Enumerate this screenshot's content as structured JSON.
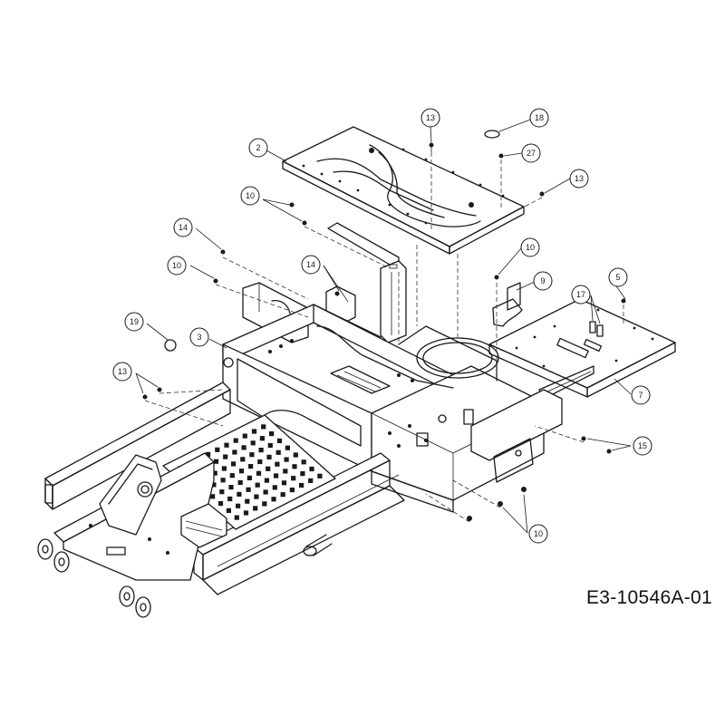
{
  "document": {
    "reference_code": "E3-10546A-01"
  },
  "callouts": [
    {
      "id": "c13a",
      "label": "13"
    },
    {
      "id": "c18",
      "label": "18"
    },
    {
      "id": "c2",
      "label": "2"
    },
    {
      "id": "c27",
      "label": "27"
    },
    {
      "id": "c13b",
      "label": "13"
    },
    {
      "id": "c10a",
      "label": "10"
    },
    {
      "id": "c14a",
      "label": "14"
    },
    {
      "id": "c10b",
      "label": "10"
    },
    {
      "id": "c10c",
      "label": "10"
    },
    {
      "id": "c14b",
      "label": "14"
    },
    {
      "id": "c9",
      "label": "9"
    },
    {
      "id": "c5",
      "label": "5"
    },
    {
      "id": "c17",
      "label": "17"
    },
    {
      "id": "c19",
      "label": "19"
    },
    {
      "id": "c3",
      "label": "3"
    },
    {
      "id": "c13c",
      "label": "13"
    },
    {
      "id": "c7",
      "label": "7"
    },
    {
      "id": "c15",
      "label": "15"
    },
    {
      "id": "c10d",
      "label": "10"
    }
  ]
}
